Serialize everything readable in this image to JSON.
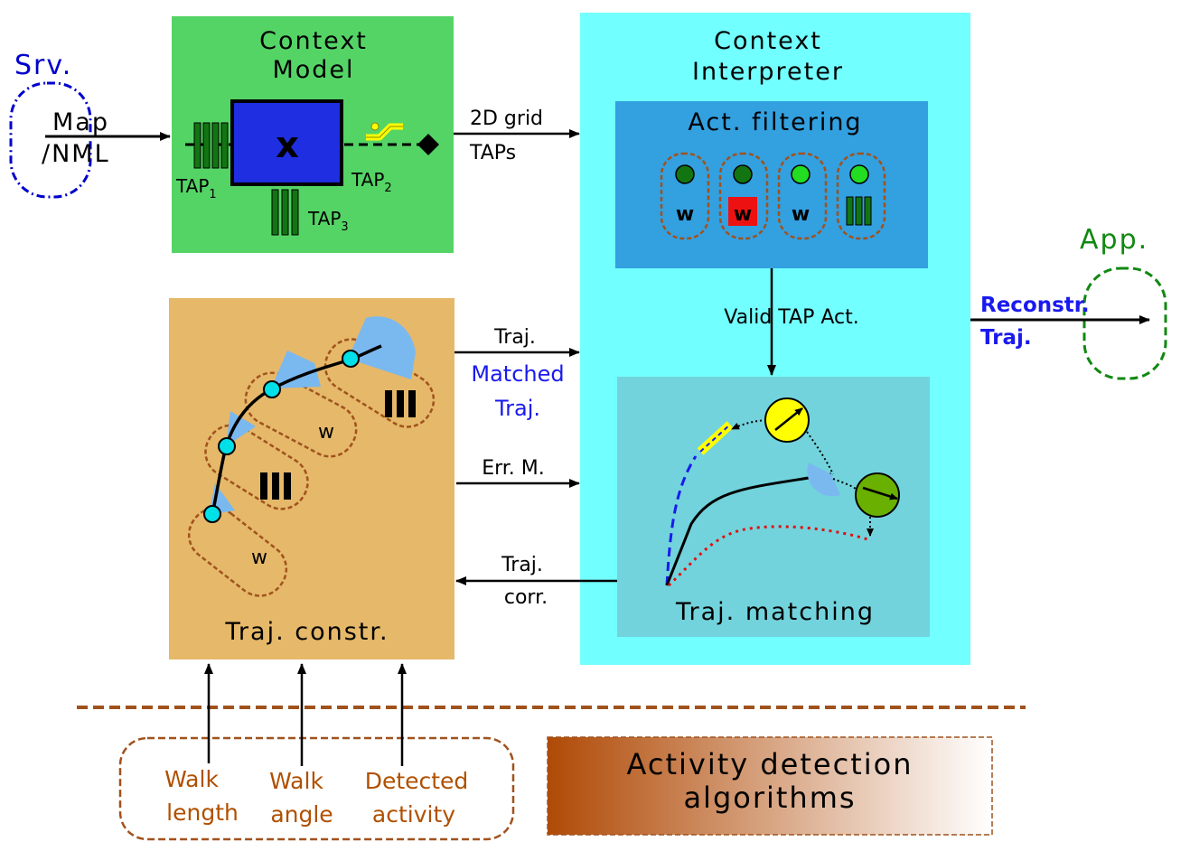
{
  "srv": {
    "label": "Srv.",
    "input": [
      "Map",
      "/NML"
    ]
  },
  "app": {
    "label": "App.",
    "output": [
      "Reconstr.",
      "Traj."
    ]
  },
  "context_model": {
    "title": [
      "Context",
      "Model"
    ],
    "center_mark": "x",
    "tap1": "TAP",
    "tap1_sub": "1",
    "tap2": "TAP",
    "tap2_sub": "2",
    "tap3": "TAP",
    "tap3_sub": "3"
  },
  "context_interpreter": {
    "title": [
      "Context",
      "Interpreter"
    ],
    "act_filtering": "Act. filtering",
    "walk_mark": "w",
    "valid_tap": "Valid TAP Act.",
    "traj_matching": "Traj. matching"
  },
  "arrows": {
    "grid_taps": [
      "2D grid",
      "TAPs"
    ],
    "traj": "Traj.",
    "matched_traj": [
      "Matched",
      "Traj."
    ],
    "err_m": "Err. M.",
    "traj_corr": [
      "Traj.",
      "corr."
    ]
  },
  "traj_constr": {
    "title": "Traj. constr.",
    "walk_mark": "w"
  },
  "inputs": {
    "walk_length": [
      "Walk",
      "length"
    ],
    "walk_angle": [
      "Walk",
      "angle"
    ],
    "detected_activity": [
      "Detected",
      "activity"
    ]
  },
  "activity_detection": [
    "Activity detection",
    "algorithms"
  ],
  "colors": {
    "context_model_bg": "#55d466",
    "interpreter_bg": "#72ffff",
    "act_filtering_bg": "#33a0e0",
    "traj_matching_bg": "#72d3dc",
    "traj_constr_bg": "#e5b86a",
    "input_text": "#b05000",
    "srv_blue": "#0000cc",
    "app_green": "#118811"
  }
}
